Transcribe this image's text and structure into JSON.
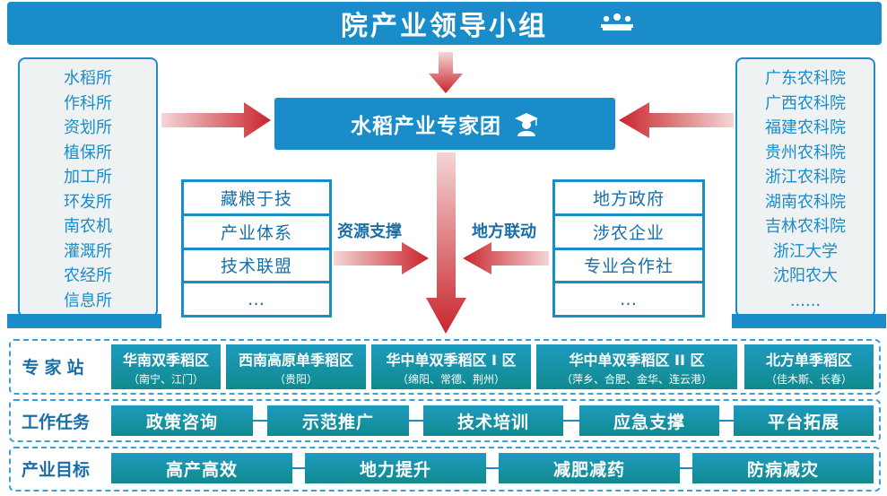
{
  "leading_group": {
    "title": "院产业领导小组",
    "icon": "people-group-icon"
  },
  "left_institutes": [
    "水稻所",
    "作科所",
    "资划所",
    "植保所",
    "加工所",
    "环发所",
    "南农机",
    "灌溉所",
    "农经所",
    "信息所"
  ],
  "right_institutes": [
    "广东农科院",
    "广西农科院",
    "福建农科院",
    "贵州农科院",
    "浙江农科院",
    "湖南农科院",
    "吉林农科院",
    "浙江大学",
    "沈阳农大",
    "......"
  ],
  "expert_team": {
    "title": "水稻产业专家团",
    "icon": "graduate-icon"
  },
  "resource_support": {
    "label": "资源支撑",
    "items": [
      "藏粮于技",
      "产业体系",
      "技术联盟",
      "…"
    ]
  },
  "local_linkage": {
    "label": "地方联动",
    "items": [
      "地方政府",
      "涉农企业",
      "专业合作社",
      "…"
    ]
  },
  "expert_stations": {
    "label": "专家站",
    "items": [
      {
        "name": "华南双季稻区",
        "sub": "（南宁、江门）"
      },
      {
        "name": "西南高原单季稻区",
        "sub": "（贵阳）"
      },
      {
        "name": "华中单双季稻区 I 区",
        "sub": "（绵阳、常德、荆州）"
      },
      {
        "name": "华中单双季稻区 II 区",
        "sub": "（萍乡、合肥、金华、连云港）"
      },
      {
        "name": "北方单季稻区",
        "sub": "（佳木斯、长春）"
      }
    ]
  },
  "work_tasks": {
    "label": "工作任务",
    "items": [
      "政策咨询",
      "示范推广",
      "技术培训",
      "应急支撑",
      "平台拓展"
    ]
  },
  "industry_goals": {
    "label": "产业目标",
    "items": [
      "高产高效",
      "地力提升",
      "减肥减药",
      "防病减灾"
    ]
  },
  "colors": {
    "primary": "#1a8cc9",
    "teal": "#118a8e",
    "arrow_red": "#c9252c"
  }
}
